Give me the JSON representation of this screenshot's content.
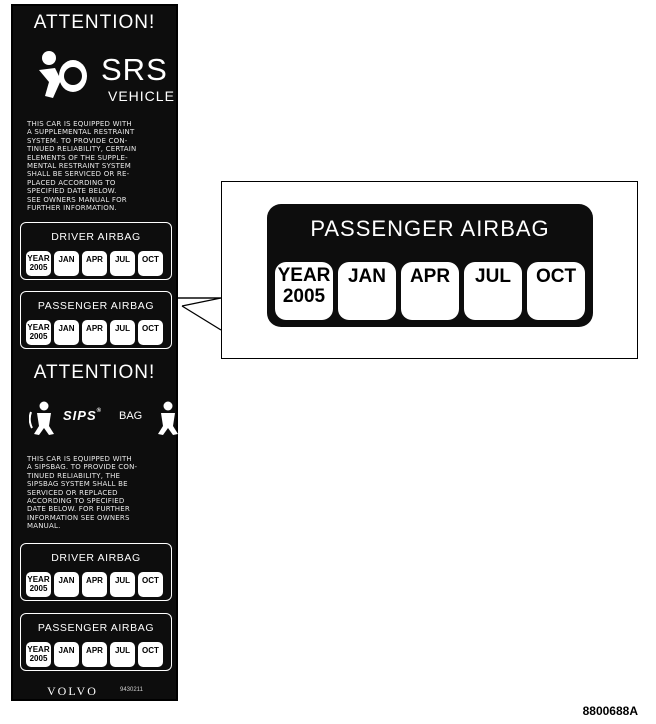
{
  "label": {
    "attention_1": "ATTENTION!",
    "srs_title": "SRS",
    "srs_subtitle": "VEHICLE",
    "srs_text": "THIS CAR IS EQUIPPED WITH\nA SUPPLEMENTAL RESTRAINT\nSYSTEM. TO PROVIDE CON-\nTINUED RELIABILITY, CERTAIN\nELEMENTS OF THE SUPPLE-\nMENTAL RESTRAINT SYSTEM\nSHALL BE SERVICED OR RE-\nPLACED ACCORDING TO\nSPECIFIED DATE BELOW.\nSEE OWNERS MANUAL FOR\nFURTHER INFORMATION.",
    "attention_2": "ATTENTION!",
    "sips_name": "SIPS",
    "sips_bag": "BAG",
    "sips_text": "THIS CAR IS EQUIPPED WITH\nA SIPSBAG. TO PROVIDE CON-\nTINUED RELIABILITY, THE\nSIPSBAG SYSTEM SHALL BE\nSERVICED OR REPLACED\nACCORDING TO SPECIFIED\nDATE BELOW. FOR FURTHER\nINFORMATION SEE OWNERS\nMANUAL.",
    "brand": "VOLVO",
    "part_number": "9430211",
    "boxes": [
      {
        "title": "DRIVER AIRBAG",
        "year_label": "YEAR",
        "year": "2005",
        "months": [
          "JAN",
          "APR",
          "JUL",
          "OCT"
        ]
      },
      {
        "title": "PASSENGER AIRBAG",
        "year_label": "YEAR",
        "year": "2005",
        "months": [
          "JAN",
          "APR",
          "JUL",
          "OCT"
        ]
      },
      {
        "title": "DRIVER AIRBAG",
        "year_label": "YEAR",
        "year": "2005",
        "months": [
          "JAN",
          "APR",
          "JUL",
          "OCT"
        ]
      },
      {
        "title": "PASSENGER AIRBAG",
        "year_label": "YEAR",
        "year": "2005",
        "months": [
          "JAN",
          "APR",
          "JUL",
          "OCT"
        ]
      }
    ]
  },
  "zoom": {
    "title": "PASSENGER AIRBAG",
    "year_label": "YEAR",
    "year": "2005",
    "months": [
      "JAN",
      "APR",
      "JUL",
      "OCT"
    ]
  },
  "figure_id": "8800688A"
}
